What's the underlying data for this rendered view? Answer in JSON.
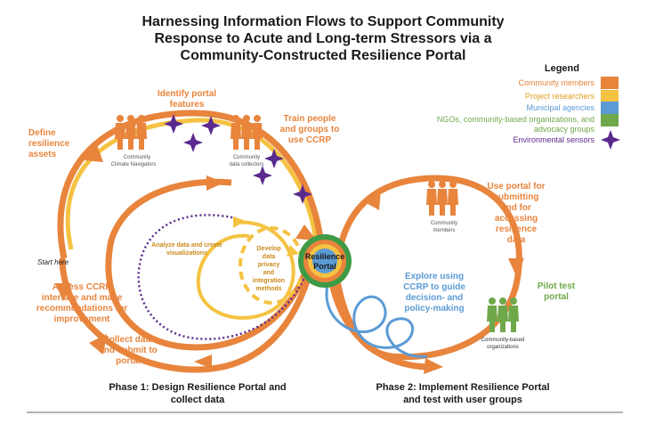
{
  "title": {
    "lines": [
      "Harnessing Information Flows to Support Community",
      "Response to Acute and Long-term Stressors via a",
      "Community-Constructed Resilience Portal"
    ]
  },
  "colors": {
    "orange": "#E8843C",
    "yellow": "#F5C242",
    "blue": "#5B9BD5",
    "green": "#6FA84A",
    "purple": "#5B2A8F",
    "outer_green": "#3F9A46",
    "dark_text": "#1a1a1a"
  },
  "legend": {
    "title": "Legend",
    "items": [
      {
        "label": "Community members",
        "color": "#E8843C",
        "shape": "square"
      },
      {
        "label": "Project researchers",
        "color": "#F5C242",
        "shape": "square"
      },
      {
        "label": "Municipal agencies",
        "color": "#5B9BD5",
        "shape": "square"
      },
      {
        "label": "NGOs, community-based organizations, and",
        "label2": "advocacy groups",
        "color": "#6FA84A",
        "shape": "square"
      },
      {
        "label": "Environmental sensors",
        "color": "#5B2A8F",
        "shape": "star"
      }
    ]
  },
  "center": {
    "lines": [
      "Resilience",
      "Portal"
    ]
  },
  "labels": {
    "identify_features": [
      "Identify portal",
      "features"
    ],
    "define_assets": [
      "Define",
      "resilience",
      "assets"
    ],
    "train_people": [
      "Train people",
      "and groups to",
      "use CCRP"
    ],
    "start_here": "Start here",
    "assess_ccrp": [
      "Assess CCRP",
      "interface and make",
      "recommendations for",
      "improvement"
    ],
    "collect_data": [
      "Collect data",
      "and submit to",
      "portal"
    ],
    "analyze_data": [
      "Analyze data and create",
      "visualizations"
    ],
    "develop_data": [
      "Develop",
      "data",
      "privacy",
      "and",
      "integration",
      "methods"
    ],
    "use_portal": [
      "Use portal for",
      "submitting",
      "and for",
      "accessing",
      "resilience",
      "data"
    ],
    "explore_ccrp": [
      "Explore using",
      "CCRP to guide",
      "decision- and",
      "policy-making"
    ],
    "pilot_test": [
      "Pilot test",
      "portal"
    ]
  },
  "people_captions": {
    "climate_navigators": [
      "Community",
      "Climate Navigators"
    ],
    "data_collectors": [
      "Community",
      "data collectors"
    ],
    "community_members": [
      "Community",
      "members"
    ],
    "community_orgs": [
      "Community-based",
      "organizations"
    ]
  },
  "phases": {
    "phase1": [
      "Phase 1: Design  Resilience Portal and",
      "collect data"
    ],
    "phase2": [
      "Phase 2: Implement Resilience Portal",
      "and test with user groups"
    ]
  }
}
